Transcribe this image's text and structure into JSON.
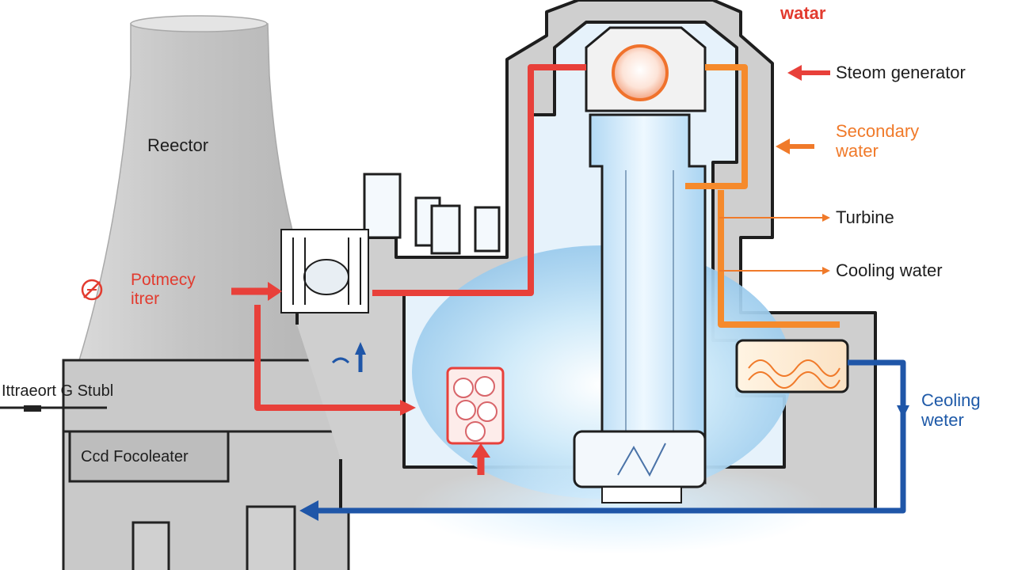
{
  "labels": {
    "reactor": "Reector",
    "primary_filter_line1": "Potmecy",
    "primary_filter_line2": "itrer",
    "transport_stub": "Ittraeort G Stubl",
    "cool_foc": "Ccd Focoleater",
    "water_top": "watar",
    "steam_generator": "Steom generator",
    "secondary_water_line1": "Secondary",
    "secondary_water_line2": "water",
    "turbine": "Turbine",
    "cooling_water": "Cooling water",
    "cooling_water_blue_line1": "Ceoling",
    "cooling_water_blue_line2": "weter"
  },
  "colors": {
    "primary_loop": "#e8403a",
    "secondary_loop": "#f58a2c",
    "cooling_loop": "#1f56a8",
    "structure_gray": "#c7c7c7",
    "glow_blue": "#bfe3f7"
  }
}
